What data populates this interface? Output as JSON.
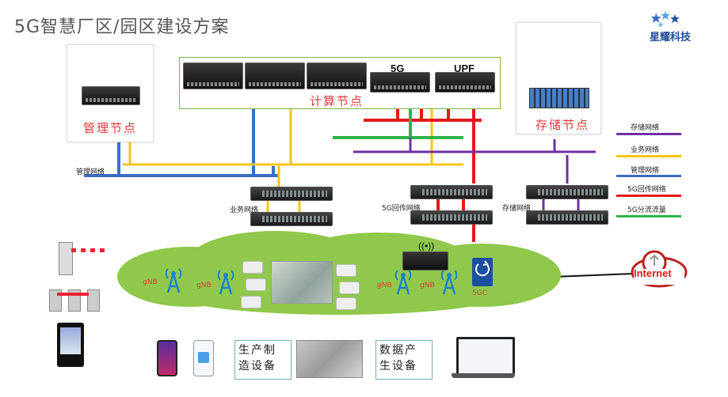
{
  "title": "5G智慧厂区/园区建设方案",
  "logo": {
    "text": "星耀科技"
  },
  "nodes": {
    "management": "管理节点",
    "compute": "计算节点",
    "storage": "存储节点",
    "server_5g": "5G",
    "server_upf": "UPF"
  },
  "network_labels": {
    "management_net": "管理网络",
    "business_net": "业务网络",
    "backhaul_net": "5G回传网络",
    "storage_net": "存储网络"
  },
  "legend": [
    {
      "label": "存储网络",
      "color": "#7030a0"
    },
    {
      "label": "业务网络",
      "color": "#f5c518"
    },
    {
      "label": "管理网络",
      "color": "#3a6fc4"
    },
    {
      "label": "5G回传网络",
      "color": "#e21a1a"
    },
    {
      "label": "5G分流流量",
      "color": "#2db34a"
    }
  ],
  "cloud": {
    "gnb_labels": [
      "gNB",
      "gNB",
      "gNB",
      "gNB"
    ],
    "core_label": "5GC",
    "internet_label": "Internet"
  },
  "devices": {
    "production": "生产制造设备",
    "data": "数据产生设备"
  },
  "colors": {
    "management": "#3a6fc4",
    "business": "#f5c518",
    "backhaul": "#e21a1a",
    "split": "#2db34a",
    "storage": "#7030a0",
    "cloud": "#8fc84a",
    "accent_red": "#e23b3b"
  }
}
